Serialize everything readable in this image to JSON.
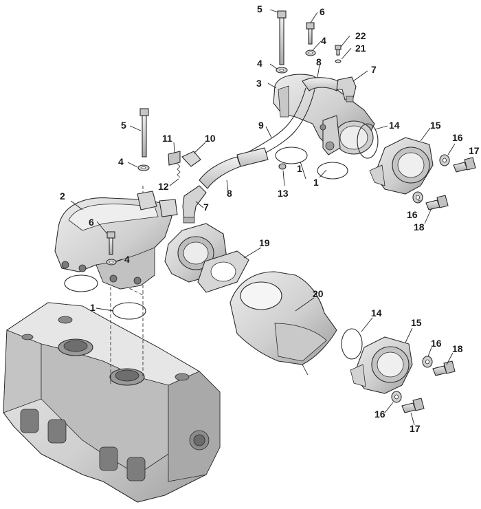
{
  "callouts": {
    "c1a": "1",
    "c1b": "1",
    "c1c": "1",
    "c2": "2",
    "c3": "3",
    "c4a": "4",
    "c4b": "4",
    "c4c": "4",
    "c4d": "4",
    "c5a": "5",
    "c5b": "5",
    "c6a": "6",
    "c6b": "6",
    "c7a": "7",
    "c7b": "7",
    "c8a": "8",
    "c8b": "8",
    "c9": "9",
    "c10": "10",
    "c11": "11",
    "c12": "12",
    "c13": "13",
    "c14a": "14",
    "c14b": "14",
    "c15a": "15",
    "c15b": "15",
    "c16a": "16",
    "c16b": "16",
    "c16c": "16",
    "c16d": "16",
    "c17a": "17",
    "c17b": "17",
    "c18a": "18",
    "c18b": "18",
    "c19": "19",
    "c20": "20",
    "c21": "21",
    "c22": "22"
  },
  "colors": {
    "part_fill": "#d9d9d9",
    "part_shade": "#b5b5b5",
    "part_dark": "#8c8c8c",
    "line": "#2a2a2a"
  }
}
